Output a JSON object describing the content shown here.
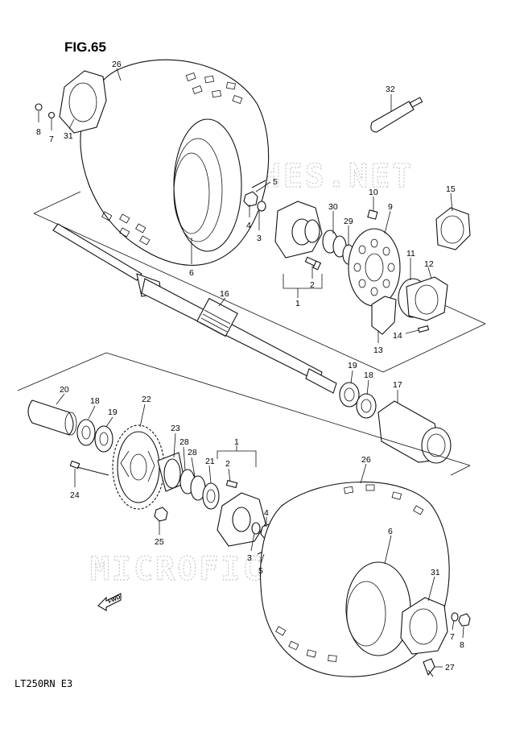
{
  "figure": {
    "title": "FIG.65",
    "model_code": "LT250RN E3",
    "watermark": "MICROFICHES.NET",
    "fwd_label": "FWD"
  },
  "callouts": {
    "top": [
      "26",
      "8",
      "7",
      "31",
      "6",
      "5",
      "4",
      "3",
      "30",
      "29",
      "10",
      "9",
      "32",
      "15",
      "2",
      "1",
      "11",
      "12",
      "14",
      "13",
      "16"
    ],
    "middle": [
      "19",
      "18",
      "17"
    ],
    "bottom": [
      "20",
      "18",
      "19",
      "22",
      "23",
      "28",
      "28",
      "21",
      "2",
      "1",
      "24",
      "25",
      "4",
      "3",
      "5",
      "26",
      "6",
      "31",
      "7",
      "8",
      "27"
    ]
  },
  "colors": {
    "ink": "#111111",
    "watermark": "#c8c8c8",
    "paper": "#ffffff"
  }
}
